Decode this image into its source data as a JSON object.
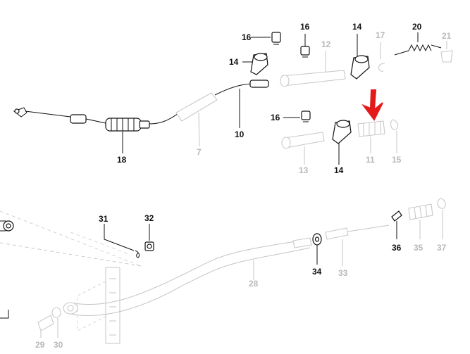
{
  "labels": {
    "p16a": "16",
    "p16b": "16",
    "p16c": "16",
    "p14a": "14",
    "p14b": "14",
    "p14c": "14",
    "p12": "12",
    "p17": "17",
    "p20": "20",
    "p21": "21",
    "p10": "10",
    "p7": "7",
    "p18": "18",
    "p13": "13",
    "p11": "11",
    "p15": "15",
    "p31": "31",
    "p32": "32",
    "p34": "34",
    "p33": "33",
    "p36": "36",
    "p35": "35",
    "p37": "37",
    "p28": "28",
    "p29": "29",
    "p30": "30"
  },
  "colors": {
    "active_text": "#111111",
    "inactive_text": "#b9b9b9",
    "highlight_arrow": "#e41a1a"
  },
  "icons": {
    "highlight": "red-arrow-icon"
  }
}
